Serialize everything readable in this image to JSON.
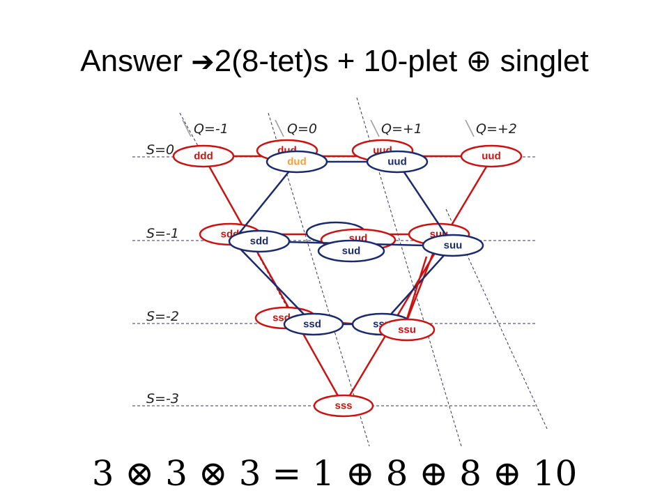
{
  "slide": {
    "title_prefix": "Answer",
    "title_arrow": "➔",
    "title_text": "2(8-tet)s + 10-plet",
    "title_oplus": "⊕",
    "title_suffix": "singlet",
    "equation": "3 ⊗ 3 ⊗ 3 = 1 ⊕ 8 ⊕ 8 ⊕ 10"
  },
  "axes": {
    "charge_labels": [
      "Q=-1",
      "Q=0",
      "Q=+1",
      "Q=+2"
    ],
    "strangeness_labels": [
      "S=0",
      "S=-1",
      "S=-2",
      "S=-3"
    ]
  },
  "colors": {
    "decuplet": "#cc1111",
    "octet": "#1a2b6d",
    "highlight_text": "#f0a040",
    "guide_line": "#333355"
  },
  "decuplet_nodes": [
    {
      "label": "ddd"
    },
    {
      "label": "dud"
    },
    {
      "label": "uud"
    },
    {
      "label": "uud"
    },
    {
      "label": "sdd"
    },
    {
      "label": "sud"
    },
    {
      "label": "suu"
    },
    {
      "label": "ssd"
    },
    {
      "label": "ssu"
    },
    {
      "label": "sss"
    }
  ],
  "octet_nodes": [
    {
      "label": "dud"
    },
    {
      "label": "uud"
    },
    {
      "label": "sdd"
    },
    {
      "label": "sud"
    },
    {
      "label": "sud"
    },
    {
      "label": "suu"
    },
    {
      "label": "ssd"
    },
    {
      "label": "ssu"
    }
  ]
}
